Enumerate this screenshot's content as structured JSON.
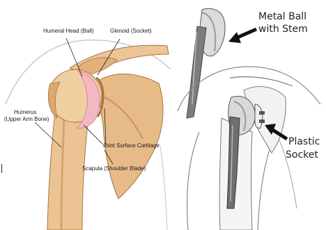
{
  "left_panel": {
    "labels": {
      "humeral_head": "Humeral Head (Ball)",
      "glenoid": "Glenoid (Socket)",
      "humerus_line1": "Humerus",
      "humerus_line2": "(Upper Arm Bone)",
      "cartilage": "Joint Surface Cartilage",
      "scapula": "Scapula (Shoulder Blade)"
    }
  },
  "right_panel": {
    "labels": {
      "metal_ball_line1": "Metal Ball",
      "metal_ball_line2": "with Stem",
      "plastic_line1": "Plastic",
      "plastic_line2": "Socket"
    }
  },
  "colors": {
    "bone": "#e9c08f",
    "bone_shadow": "#b57a45",
    "cartilage": "#f3b8c4",
    "skin_outline": "#c9c9c9",
    "implant_metal": "#8a8a8a"
  }
}
